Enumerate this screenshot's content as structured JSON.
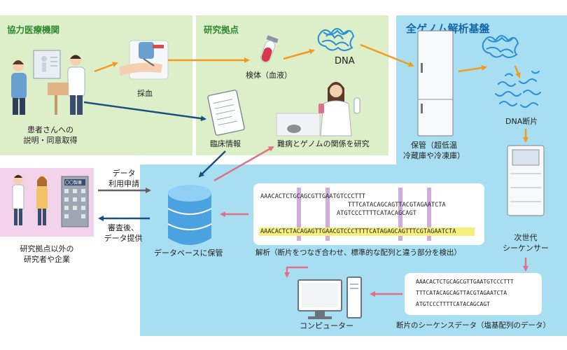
{
  "panels": {
    "hospital": {
      "title": "協力医療機関",
      "color": "#dcefc9"
    },
    "research": {
      "title": "研究拠点",
      "color": "#dcefc9"
    },
    "genome": {
      "title": "全ゲノム解析基盤",
      "color": "#a8def2"
    },
    "external": {
      "color": "#f2d3ea"
    }
  },
  "labels": {
    "consent_1": "患者さんへの",
    "consent_2": "説明・同意取得",
    "blood": "採血",
    "sample": "検体（血液）",
    "dna": "DNA",
    "clinical": "臨床情報",
    "research_topic": "難病とゲノムの関係を研究",
    "storage_1": "保管（超低温",
    "storage_2": "冷蔵庫や冷凍庫）",
    "dna_fragment": "DNA断片",
    "sequencer_1": "次世代",
    "sequencer_2": "シーケンサー",
    "database": "データベースに保管",
    "analysis": "解析（断片をつなぎ合わせ、標準的な配列と違う部分を検出）",
    "computer": "コンピューター",
    "seqdata": "断片のシーケンスデータ（塩基配列のデータ）",
    "request_1": "データ",
    "request_2": "利用申請",
    "review_1": "審査後、",
    "review_2": "データ提供",
    "external_1": "研究拠点以外の",
    "external_2": "研究者や企業",
    "building_sign": "〇〇製薬"
  },
  "sequences": {
    "analysis_lines": [
      "AAACACTCTGCAGCGTTGAATGTCCCTTT",
      "TTTCATACAGCAGTTACGTAGAATCTA",
      "ATGTCCCTTTTCATACAGCAGT"
    ],
    "reference": "AAACACTCTACAGAGTTGAACGTCCCTTTTCATAGAGCAGTTTCGTAGAATCTA",
    "fragment_lines": [
      "AAACACTCTGCAGCGTTGAATGTCCCTTT",
      "TTTCATACAGCAGTTACGTAGAATCTA",
      "ATGTCCCTTTTCATACAGCAGT"
    ]
  },
  "colors": {
    "arrow_orange": "#f39a1f",
    "arrow_navy": "#1d4f7c",
    "arrow_pink": "#e0708a",
    "arrow_gray": "#5f6366",
    "dna_blue": "#2a8fd6",
    "highlight_yellow": "#f6ef7c",
    "mismatch_bar": "#b98ad0",
    "mismatch_text": "#e0306a"
  }
}
